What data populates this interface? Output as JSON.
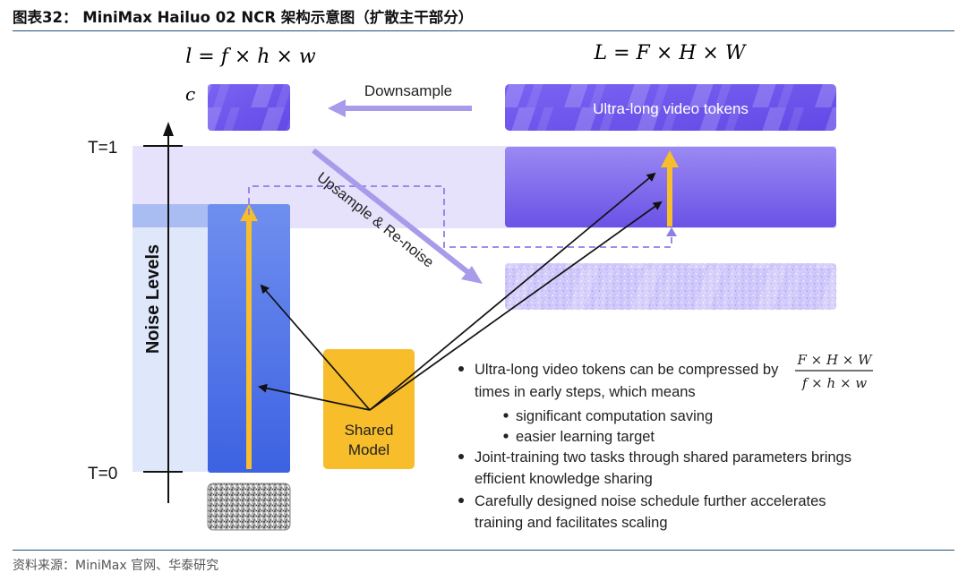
{
  "caption": "图表32： MiniMax Hailuo 02 NCR 架构示意图（扩散主干部分）",
  "source": "资料来源：MiniMax 官网、华泰研究",
  "diagram": {
    "small_formula": "l = f × h × w",
    "large_formula": "L = F × H × W",
    "c_label": "c",
    "downsample": "Downsample",
    "ultra_tokens": "Ultra-long video tokens",
    "upsample": "Upsample & Re-noise",
    "t1": "T=1",
    "t0": "T=0",
    "noise_levels": "Noise Levels",
    "shared_model_line1": "Shared",
    "shared_model_line2": "Model",
    "bullets": {
      "b1_prefix": "Ultra-long video tokens can be compressed by",
      "frac_num": "F × H × W",
      "frac_den": "f × h × w",
      "b1_suffix": "times in early steps, which means",
      "sub1": "significant computation saving",
      "sub2": "easier learning target",
      "b2_line1": "Joint-training two tasks through shared parameters brings",
      "b2_line2": "efficient knowledge sharing",
      "b3_line1": "Carefully designed noise schedule further accelerates",
      "b3_line2": "training and facilitates scaling"
    },
    "colors": {
      "purple_dark": "#6b55ee",
      "purple_light": "#a99cf5",
      "band_light": "#e4e0fb",
      "blue_col": "#4a73e8",
      "yellow": "#f7bd2a",
      "arrow_purple": "#9a8ee0"
    }
  }
}
